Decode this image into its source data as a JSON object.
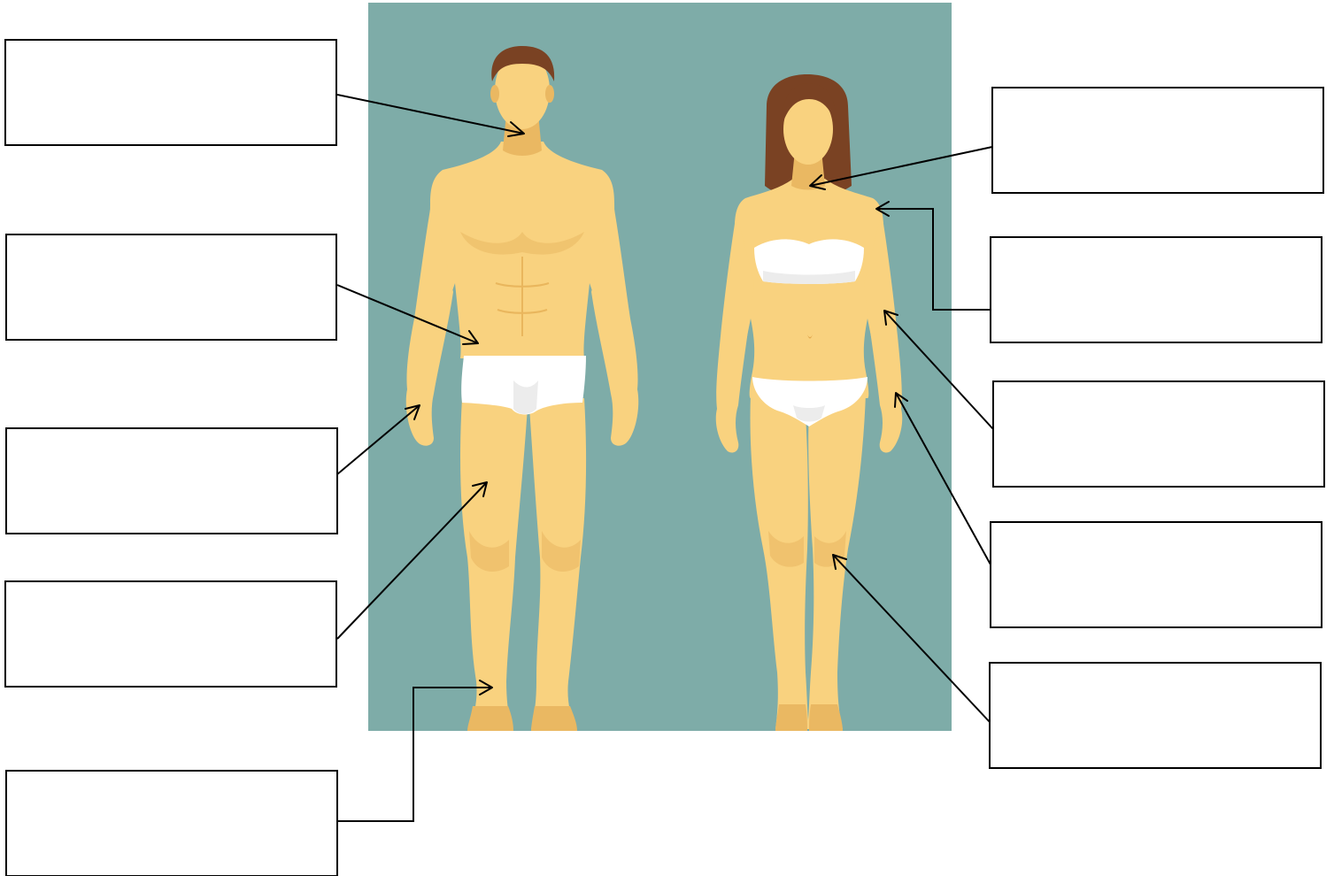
{
  "colors": {
    "background_panel": "#7eaca8",
    "skin": "#f9d27f",
    "skin_shade": "#eab862",
    "skin_dark": "#e2a94f",
    "hair": "#7a4223",
    "underwear": "#ffffff",
    "underwear_shade": "#ececec",
    "box_stroke": "#000000",
    "arrow_stroke": "#000000"
  },
  "figures": [
    {
      "name": "male-figure"
    },
    {
      "name": "female-figure"
    }
  ],
  "label_boxes": [
    {
      "id": "left-1",
      "side": "left",
      "target": "male-chin",
      "text": ""
    },
    {
      "id": "left-2",
      "side": "left",
      "target": "male-abdomen",
      "text": ""
    },
    {
      "id": "left-3",
      "side": "left",
      "target": "male-hand",
      "text": ""
    },
    {
      "id": "left-4",
      "side": "left",
      "target": "male-thigh",
      "text": ""
    },
    {
      "id": "left-5",
      "side": "left",
      "target": "male-ankle",
      "text": ""
    },
    {
      "id": "right-1",
      "side": "right",
      "target": "female-neck",
      "text": ""
    },
    {
      "id": "right-2",
      "side": "right",
      "target": "female-shoulder",
      "text": ""
    },
    {
      "id": "right-3",
      "side": "right",
      "target": "female-elbow",
      "text": ""
    },
    {
      "id": "right-4",
      "side": "right",
      "target": "female-wrist",
      "text": ""
    },
    {
      "id": "right-5",
      "side": "right",
      "target": "female-knee",
      "text": ""
    }
  ]
}
